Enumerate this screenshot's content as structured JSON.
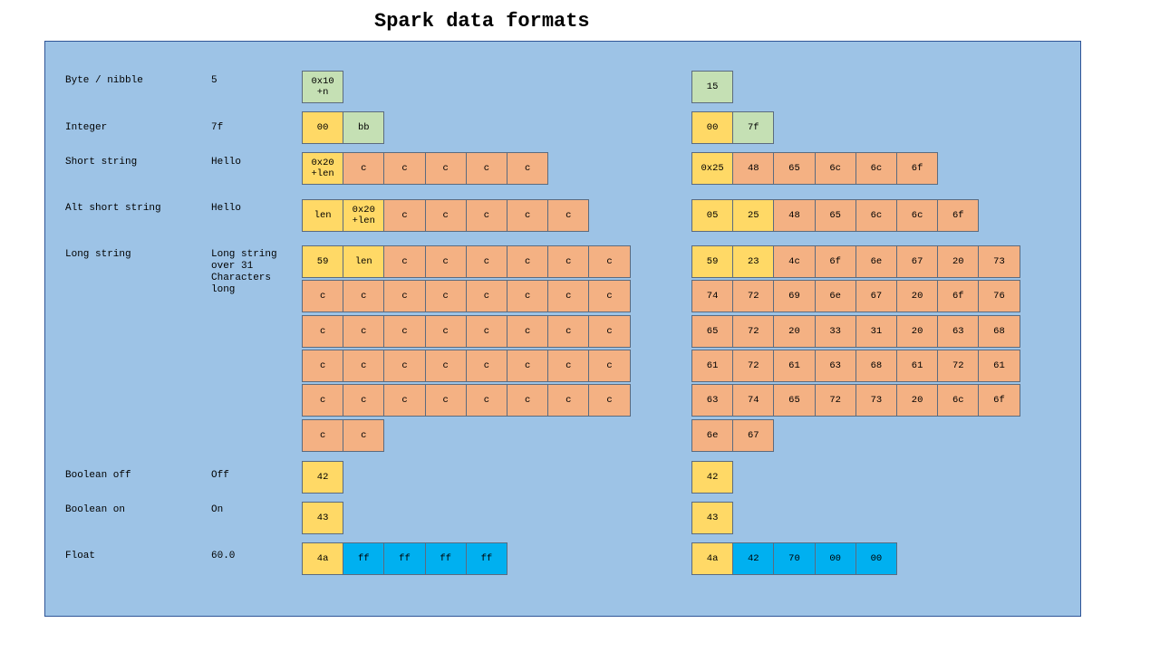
{
  "title": "Spark data formats",
  "colors": {
    "panel": "#9dc3e6",
    "yellow": "#ffd966",
    "green": "#c5e0b4",
    "orange": "#f4b183",
    "blue": "#00b0f0"
  },
  "rows": [
    {
      "label": "Byte / nibble",
      "example": "5",
      "template": [
        [
          {
            "t": "0x10\n+n",
            "c": "green"
          }
        ]
      ],
      "encoded": [
        [
          {
            "t": "15",
            "c": "green"
          }
        ]
      ]
    },
    {
      "label": "Integer",
      "example": "7f",
      "template": [
        [
          {
            "t": "00",
            "c": "yellow"
          },
          {
            "t": "bb",
            "c": "green"
          }
        ]
      ],
      "encoded": [
        [
          {
            "t": "00",
            "c": "yellow"
          },
          {
            "t": "7f",
            "c": "green"
          }
        ]
      ]
    },
    {
      "label": "Short string",
      "example": "Hello",
      "template": [
        [
          {
            "t": "0x20\n+len",
            "c": "yellow"
          },
          {
            "t": "c",
            "c": "orange"
          },
          {
            "t": "c",
            "c": "orange"
          },
          {
            "t": "c",
            "c": "orange"
          },
          {
            "t": "c",
            "c": "orange"
          },
          {
            "t": "c",
            "c": "orange"
          }
        ]
      ],
      "encoded": [
        [
          {
            "t": "0x25",
            "c": "yellow"
          },
          {
            "t": "48",
            "c": "orange"
          },
          {
            "t": "65",
            "c": "orange"
          },
          {
            "t": "6c",
            "c": "orange"
          },
          {
            "t": "6c",
            "c": "orange"
          },
          {
            "t": "6f",
            "c": "orange"
          }
        ]
      ]
    },
    {
      "label": "Alt short string",
      "example": "Hello",
      "template": [
        [
          {
            "t": "len",
            "c": "yellow"
          },
          {
            "t": "0x20\n+len",
            "c": "yellow"
          },
          {
            "t": "c",
            "c": "orange"
          },
          {
            "t": "c",
            "c": "orange"
          },
          {
            "t": "c",
            "c": "orange"
          },
          {
            "t": "c",
            "c": "orange"
          },
          {
            "t": "c",
            "c": "orange"
          }
        ]
      ],
      "encoded": [
        [
          {
            "t": "05",
            "c": "yellow"
          },
          {
            "t": "25",
            "c": "yellow"
          },
          {
            "t": "48",
            "c": "orange"
          },
          {
            "t": "65",
            "c": "orange"
          },
          {
            "t": "6c",
            "c": "orange"
          },
          {
            "t": "6c",
            "c": "orange"
          },
          {
            "t": "6f",
            "c": "orange"
          }
        ]
      ]
    },
    {
      "label": "Long string",
      "example": "Long string\nover 31\nCharacters\nlong",
      "template": [
        [
          {
            "t": "59",
            "c": "yellow"
          },
          {
            "t": "len",
            "c": "yellow"
          },
          {
            "t": "c",
            "c": "orange"
          },
          {
            "t": "c",
            "c": "orange"
          },
          {
            "t": "c",
            "c": "orange"
          },
          {
            "t": "c",
            "c": "orange"
          },
          {
            "t": "c",
            "c": "orange"
          },
          {
            "t": "c",
            "c": "orange"
          }
        ],
        [
          {
            "t": "c",
            "c": "orange"
          },
          {
            "t": "c",
            "c": "orange"
          },
          {
            "t": "c",
            "c": "orange"
          },
          {
            "t": "c",
            "c": "orange"
          },
          {
            "t": "c",
            "c": "orange"
          },
          {
            "t": "c",
            "c": "orange"
          },
          {
            "t": "c",
            "c": "orange"
          },
          {
            "t": "c",
            "c": "orange"
          }
        ],
        [
          {
            "t": "c",
            "c": "orange"
          },
          {
            "t": "c",
            "c": "orange"
          },
          {
            "t": "c",
            "c": "orange"
          },
          {
            "t": "c",
            "c": "orange"
          },
          {
            "t": "c",
            "c": "orange"
          },
          {
            "t": "c",
            "c": "orange"
          },
          {
            "t": "c",
            "c": "orange"
          },
          {
            "t": "c",
            "c": "orange"
          }
        ],
        [
          {
            "t": "c",
            "c": "orange"
          },
          {
            "t": "c",
            "c": "orange"
          },
          {
            "t": "c",
            "c": "orange"
          },
          {
            "t": "c",
            "c": "orange"
          },
          {
            "t": "c",
            "c": "orange"
          },
          {
            "t": "c",
            "c": "orange"
          },
          {
            "t": "c",
            "c": "orange"
          },
          {
            "t": "c",
            "c": "orange"
          }
        ],
        [
          {
            "t": "c",
            "c": "orange"
          },
          {
            "t": "c",
            "c": "orange"
          },
          {
            "t": "c",
            "c": "orange"
          },
          {
            "t": "c",
            "c": "orange"
          },
          {
            "t": "c",
            "c": "orange"
          },
          {
            "t": "c",
            "c": "orange"
          },
          {
            "t": "c",
            "c": "orange"
          },
          {
            "t": "c",
            "c": "orange"
          }
        ],
        [
          {
            "t": "c",
            "c": "orange"
          },
          {
            "t": "c",
            "c": "orange"
          }
        ]
      ],
      "encoded": [
        [
          {
            "t": "59",
            "c": "yellow"
          },
          {
            "t": "23",
            "c": "yellow"
          },
          {
            "t": "4c",
            "c": "orange"
          },
          {
            "t": "6f",
            "c": "orange"
          },
          {
            "t": "6e",
            "c": "orange"
          },
          {
            "t": "67",
            "c": "orange"
          },
          {
            "t": "20",
            "c": "orange"
          },
          {
            "t": "73",
            "c": "orange"
          }
        ],
        [
          {
            "t": "74",
            "c": "orange"
          },
          {
            "t": "72",
            "c": "orange"
          },
          {
            "t": "69",
            "c": "orange"
          },
          {
            "t": "6e",
            "c": "orange"
          },
          {
            "t": "67",
            "c": "orange"
          },
          {
            "t": "20",
            "c": "orange"
          },
          {
            "t": "6f",
            "c": "orange"
          },
          {
            "t": "76",
            "c": "orange"
          }
        ],
        [
          {
            "t": "65",
            "c": "orange"
          },
          {
            "t": "72",
            "c": "orange"
          },
          {
            "t": "20",
            "c": "orange"
          },
          {
            "t": "33",
            "c": "orange"
          },
          {
            "t": "31",
            "c": "orange"
          },
          {
            "t": "20",
            "c": "orange"
          },
          {
            "t": "63",
            "c": "orange"
          },
          {
            "t": "68",
            "c": "orange"
          }
        ],
        [
          {
            "t": "61",
            "c": "orange"
          },
          {
            "t": "72",
            "c": "orange"
          },
          {
            "t": "61",
            "c": "orange"
          },
          {
            "t": "63",
            "c": "orange"
          },
          {
            "t": "68",
            "c": "orange"
          },
          {
            "t": "61",
            "c": "orange"
          },
          {
            "t": "72",
            "c": "orange"
          },
          {
            "t": "61",
            "c": "orange"
          }
        ],
        [
          {
            "t": "63",
            "c": "orange"
          },
          {
            "t": "74",
            "c": "orange"
          },
          {
            "t": "65",
            "c": "orange"
          },
          {
            "t": "72",
            "c": "orange"
          },
          {
            "t": "73",
            "c": "orange"
          },
          {
            "t": "20",
            "c": "orange"
          },
          {
            "t": "6c",
            "c": "orange"
          },
          {
            "t": "6f",
            "c": "orange"
          }
        ],
        [
          {
            "t": "6e",
            "c": "orange"
          },
          {
            "t": "67",
            "c": "orange"
          }
        ]
      ]
    },
    {
      "label": "Boolean off",
      "example": "Off",
      "template": [
        [
          {
            "t": "42",
            "c": "yellow"
          }
        ]
      ],
      "encoded": [
        [
          {
            "t": "42",
            "c": "yellow"
          }
        ]
      ]
    },
    {
      "label": "Boolean on",
      "example": "On",
      "template": [
        [
          {
            "t": "43",
            "c": "yellow"
          }
        ]
      ],
      "encoded": [
        [
          {
            "t": "43",
            "c": "yellow"
          }
        ]
      ]
    },
    {
      "label": "Float",
      "example": "60.0",
      "template": [
        [
          {
            "t": "4a",
            "c": "yellow"
          },
          {
            "t": "ff",
            "c": "blue"
          },
          {
            "t": "ff",
            "c": "blue"
          },
          {
            "t": "ff",
            "c": "blue"
          },
          {
            "t": "ff",
            "c": "blue"
          }
        ]
      ],
      "encoded": [
        [
          {
            "t": "4a",
            "c": "yellow"
          },
          {
            "t": "42",
            "c": "blue"
          },
          {
            "t": "70",
            "c": "blue"
          },
          {
            "t": "00",
            "c": "blue"
          },
          {
            "t": "00",
            "c": "blue"
          }
        ]
      ]
    }
  ]
}
